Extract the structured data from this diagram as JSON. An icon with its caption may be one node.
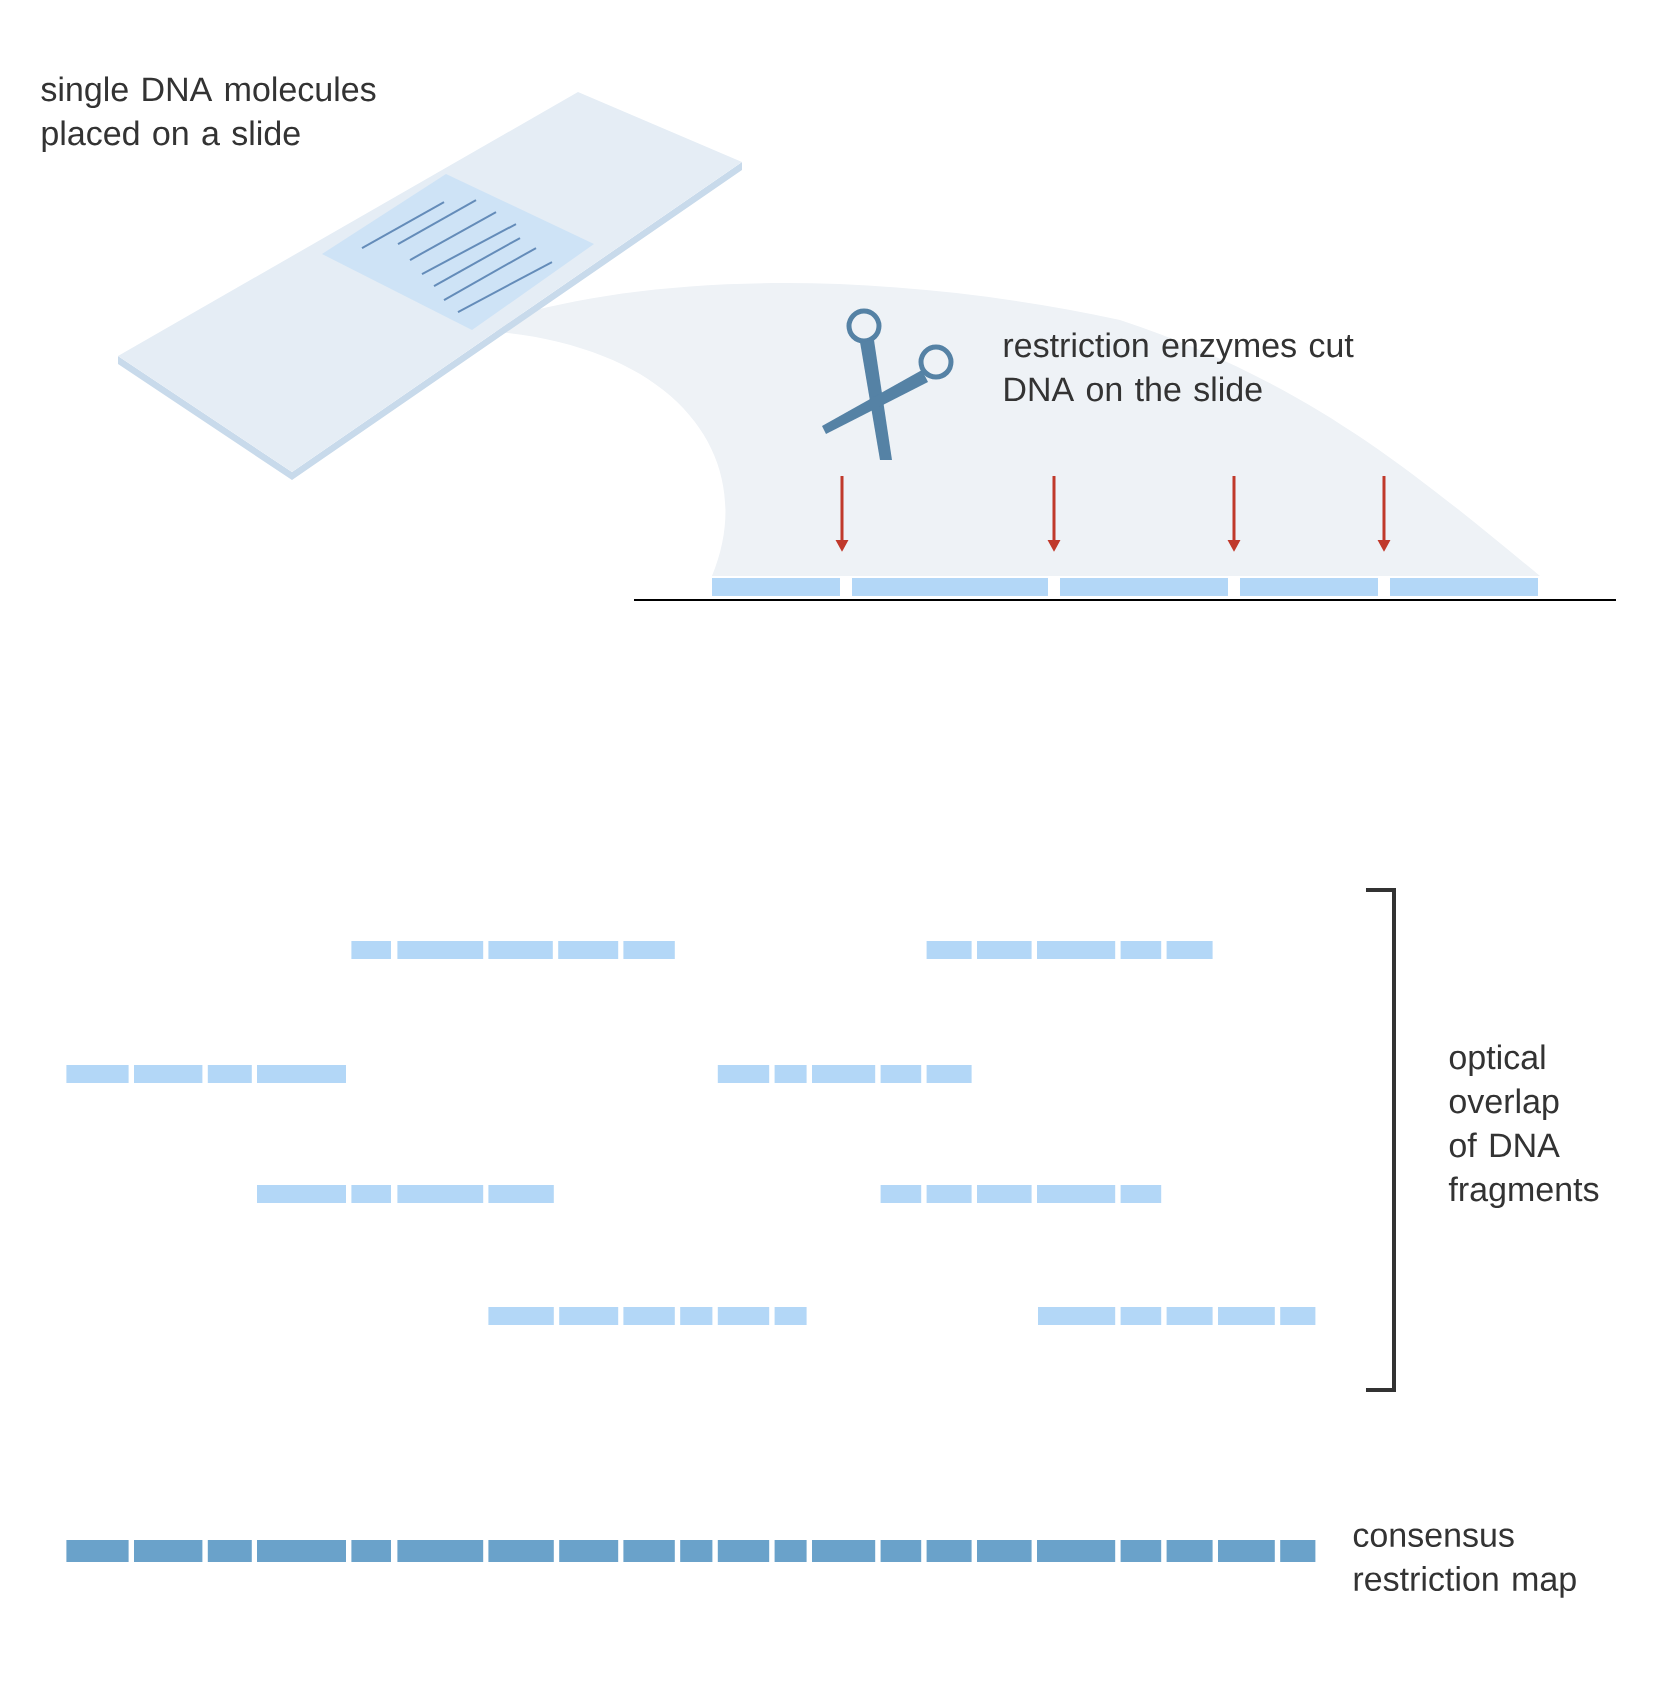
{
  "diagram": {
    "labels": [
      "single DNA molecules placed on a slide",
      "restriction enzymes cut DNA on the slide",
      "optical overlap of DNA fragments",
      "consensus restriction map"
    ]
  }
}
